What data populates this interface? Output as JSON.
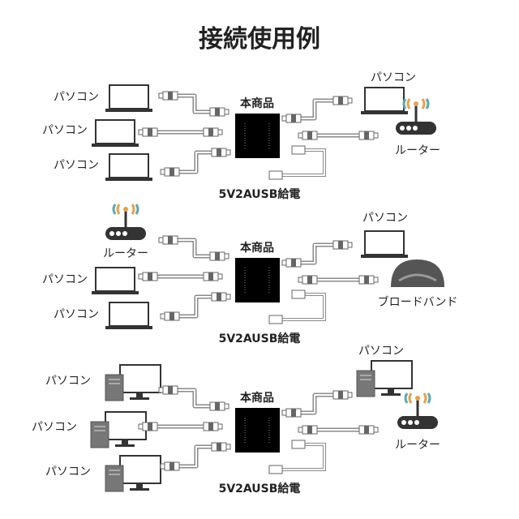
{
  "title": "接続使用例",
  "sections": [
    {
      "left_labels": [
        "パソコン",
        "パソコン",
        "パソコン"
      ],
      "product_label": "本商品",
      "power_label": "5V2AUSB給電",
      "right_top_label": "パソコン",
      "right_bottom_label": "ルーター",
      "left_devices": [
        "laptop",
        "laptop",
        "laptop"
      ],
      "right_devices": [
        "laptop",
        "router"
      ]
    },
    {
      "left_labels": [
        "ルーター",
        "パソコン",
        "パソコン"
      ],
      "product_label": "本商品",
      "power_label": "5V2AUSB給電",
      "right_top_label": "パソコン",
      "right_bottom_label": "ブロードバンド",
      "left_devices": [
        "router",
        "laptop",
        "laptop"
      ],
      "right_devices": [
        "laptop",
        "broadband"
      ]
    },
    {
      "left_labels": [
        "パソコン",
        "パソコン",
        "パソコン"
      ],
      "product_label": "本商品",
      "power_label": "5V2AUSB給電",
      "right_top_label": "パソコン",
      "right_bottom_label": "ルーター",
      "left_devices": [
        "desktop",
        "desktop",
        "desktop"
      ],
      "right_devices": [
        "desktop",
        "router"
      ]
    }
  ],
  "colors": {
    "device": "#333333",
    "cable": "#8a8a8a",
    "box": "#000000",
    "wave_orange": "#e8a050",
    "wave_teal": "#5fa8b0"
  }
}
